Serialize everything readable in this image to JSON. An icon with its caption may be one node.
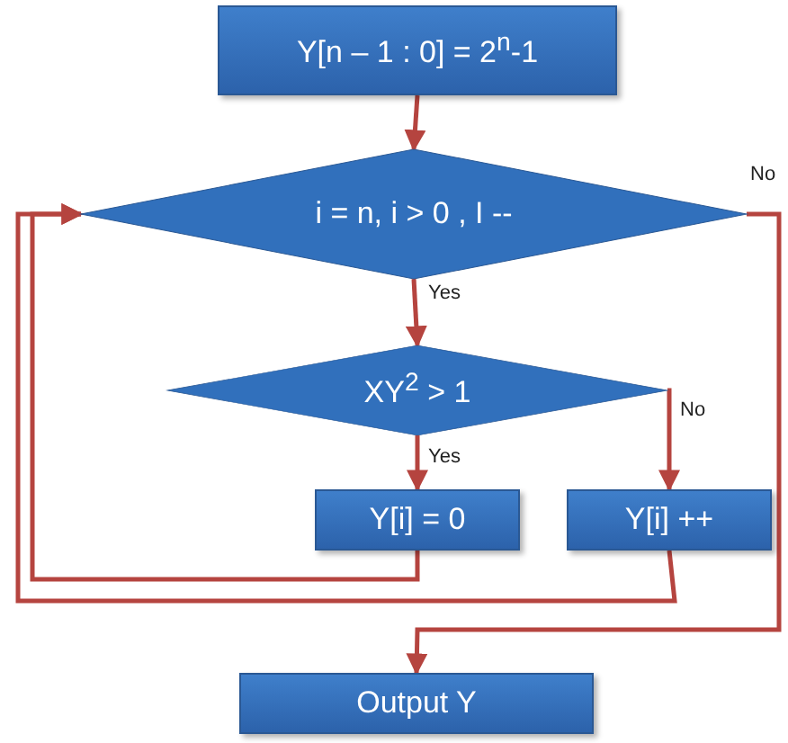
{
  "diagram": {
    "nodes": [
      {
        "text": [
          "Y[n – 1 : 0] = 2$^{n}$-1"
        ]
      },
      {
        "text": [
          "i = n, i > 0 , I --"
        ]
      },
      {
        "text": [
          "XY$^{2}$ > 1"
        ]
      },
      {
        "text": [
          "Y[i] = 0"
        ]
      },
      {
        "text": [
          "Y[i] ++"
        ]
      },
      {
        "text": [
          "Output Y"
        ]
      }
    ],
    "edges": [
      {
        "from": 0,
        "to": 1,
        "arrow": "to"
      },
      {
        "from": 1,
        "to": 2,
        "arrow": "to",
        "label": "Yes"
      },
      {
        "from": 2,
        "to": 3,
        "arrow": "to",
        "label": "Yes"
      },
      {
        "from": 2,
        "to": 4,
        "arrow": "to",
        "label": "No"
      },
      {
        "from": 3,
        "to": 1,
        "arrow": "to"
      },
      {
        "from": 4,
        "to": 1,
        "arrow": "to"
      },
      {
        "from": 1,
        "to": 5,
        "arrow": "to",
        "label": "No"
      }
    ]
  }
}
